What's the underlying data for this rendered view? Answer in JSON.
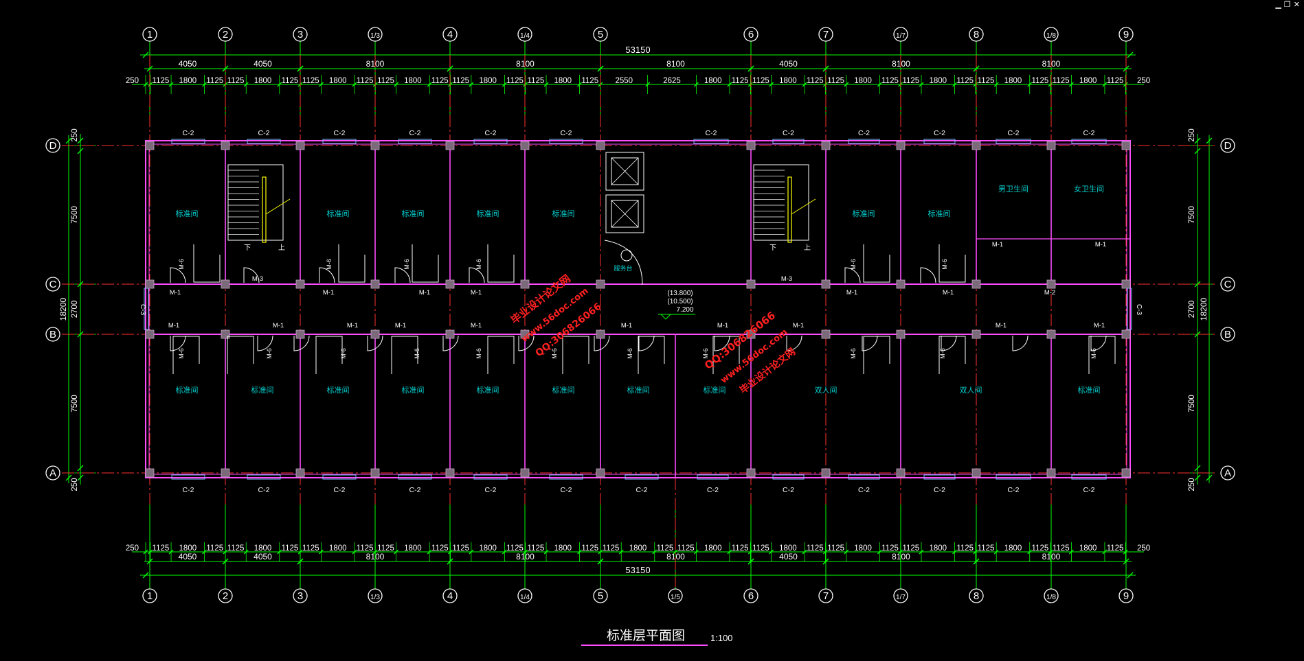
{
  "window_controls": {
    "minimize": "▁",
    "restore": "❐",
    "close": "✕"
  },
  "colors": {
    "background": "#000000",
    "dimension": "#00ff00",
    "axis": "#ff3030",
    "bubble": "#ffffff",
    "wall": "#ff4cff",
    "room_label": "#00d0d0",
    "label": "#ffffff",
    "window": "#7fb7ff",
    "watermark": "#ff2020"
  },
  "drawing": {
    "title": "标准层平面图",
    "scale": "1:100",
    "column_axes": [
      "1",
      "2",
      "3",
      "1/3",
      "4",
      "1/4",
      "5",
      "6",
      "7",
      "1/7",
      "8",
      "1/8",
      "9"
    ],
    "column_axes_bottom": [
      "1",
      "2",
      "3",
      "1/3",
      "4",
      "1/4",
      "5",
      "1/5",
      "6",
      "7",
      "1/7",
      "8",
      "1/8",
      "9"
    ],
    "row_axes": [
      "A",
      "B",
      "C",
      "D"
    ],
    "total_length": "53150",
    "total_width": "18200",
    "top_spans": [
      "4050",
      "4050",
      "8100",
      "8100",
      "8100",
      "4050",
      "8100",
      "8100"
    ],
    "bottom_spans": [
      "4050",
      "4050",
      "8100",
      "8100",
      "8100",
      "4050",
      "8100",
      "8100"
    ],
    "top_details": [
      "250",
      "1125",
      "1800",
      "1125",
      "1125",
      "1800",
      "1125",
      "1125",
      "1800",
      "1125",
      "1125",
      "1800",
      "1125",
      "1125",
      "1800",
      "1125",
      "1125",
      "1800",
      "1125",
      "2550",
      "2625",
      "1800",
      "1125",
      "1125",
      "1800",
      "1125",
      "1125",
      "1800",
      "1125",
      "1125",
      "1800",
      "1125",
      "1125",
      "1800",
      "1125",
      "1125",
      "1800",
      "1125",
      "250"
    ],
    "bottom_details": [
      "250",
      "1125",
      "1800",
      "1125",
      "1125",
      "1800",
      "1125",
      "1125",
      "1800",
      "1125",
      "1125",
      "1800",
      "1125",
      "1125",
      "1800",
      "1125",
      "1125",
      "1800",
      "1125",
      "1125",
      "1800",
      "1125",
      "1125",
      "1800",
      "1125",
      "1125",
      "1800",
      "1125",
      "1125",
      "1800",
      "1125",
      "1125",
      "1800",
      "1125",
      "1125",
      "1800",
      "1125",
      "1125",
      "1800",
      "1125",
      "250"
    ],
    "side_details": [
      "250",
      "7500",
      "2700",
      "7500",
      "250"
    ],
    "rooms_north": [
      "标准间",
      "标准间",
      "标准间",
      "标准间",
      "标准间",
      "标准间",
      "标准间",
      "男卫生间",
      "女卫生间"
    ],
    "rooms_south": [
      "标准间",
      "标准间",
      "标准间",
      "标准间",
      "标准间",
      "标准间",
      "标准间",
      "标准间",
      "双人间",
      "双人间",
      "标准间"
    ],
    "service_desk": "服务台",
    "window_label": "C-2",
    "end_window_label": "C-3",
    "door_labels": {
      "room": "M-1",
      "bath": "M-6",
      "stair": "M-3",
      "toilet_corridor": "M-2"
    },
    "stair_marks": {
      "down": "下",
      "up": "上"
    },
    "elevations": [
      "(13.800)",
      "(10.500)",
      "7.200"
    ],
    "watermarks": [
      "毕业设计论文网",
      "www.56doc.com",
      "QQ:306826066"
    ]
  }
}
